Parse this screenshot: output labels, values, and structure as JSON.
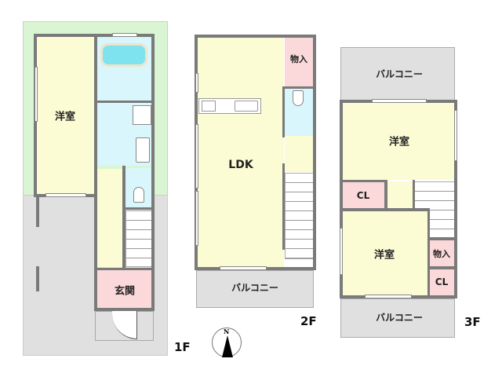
{
  "floors": [
    {
      "id": "1F",
      "label": "1F",
      "rooms": [
        {
          "name": "western-room",
          "label": "洋室"
        },
        {
          "name": "entrance",
          "label": "玄関"
        },
        {
          "name": "bathroom",
          "label": ""
        },
        {
          "name": "washroom",
          "label": ""
        },
        {
          "name": "toilet",
          "label": ""
        },
        {
          "name": "parking",
          "label": ""
        }
      ]
    },
    {
      "id": "2F",
      "label": "2F",
      "rooms": [
        {
          "name": "ldk",
          "label": "LDK"
        },
        {
          "name": "storage",
          "label": "物入"
        },
        {
          "name": "toilet",
          "label": ""
        },
        {
          "name": "balcony",
          "label": "バルコニー"
        }
      ]
    },
    {
      "id": "3F",
      "label": "3F",
      "rooms": [
        {
          "name": "balcony-north",
          "label": "バルコニー"
        },
        {
          "name": "western-room-north",
          "label": "洋室"
        },
        {
          "name": "closet-north",
          "label": "CL"
        },
        {
          "name": "western-room-south",
          "label": "洋室"
        },
        {
          "name": "storage",
          "label": "物入"
        },
        {
          "name": "closet-south",
          "label": "CL"
        },
        {
          "name": "balcony-south",
          "label": "バルコニー"
        }
      ]
    }
  ],
  "compass": {
    "label": "N"
  },
  "colors": {
    "room_western": "#fbfbd4",
    "wet_area": "#d8f6fb",
    "storage": "#fbd8da",
    "balcony": "#e0e0e0",
    "garden": "#d9f5d3",
    "wall": "#7a7a7a"
  }
}
